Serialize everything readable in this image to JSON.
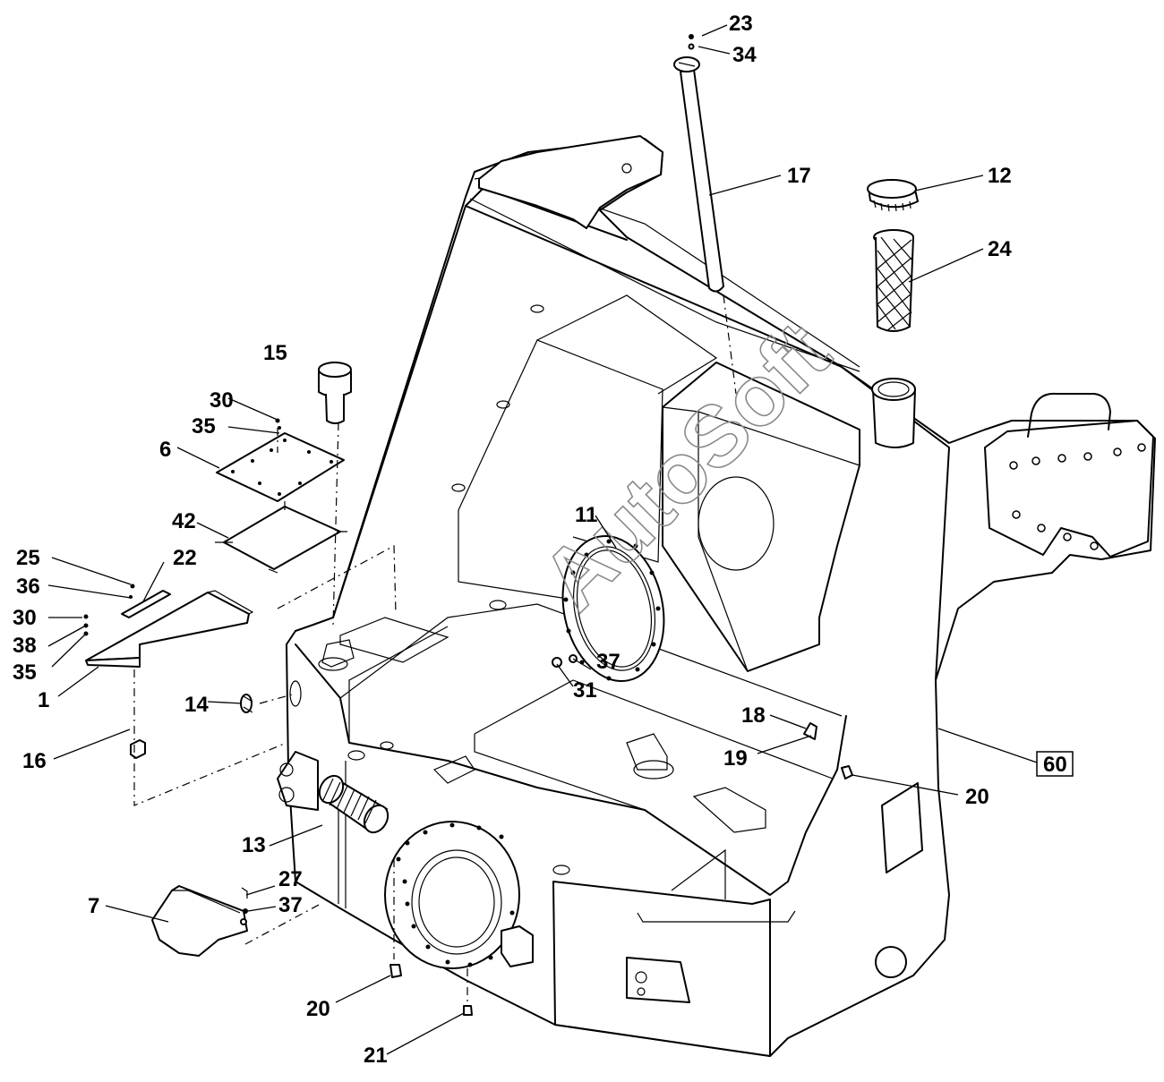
{
  "watermark": "AutoSoft",
  "colors": {
    "ink": "#000000",
    "paper": "#ffffff",
    "watermark": "#8a8a8a"
  },
  "callouts": {
    "c23": "23",
    "c34": "34",
    "c17": "17",
    "c12": "12",
    "c24": "24",
    "c15": "15",
    "c30a": "30",
    "c35a": "35",
    "c6": "6",
    "c42": "42",
    "c25": "25",
    "c22": "22",
    "c36": "36",
    "c30b": "30",
    "c38": "38",
    "c35b": "35",
    "c1": "1",
    "c14": "14",
    "c16": "16",
    "c11": "11",
    "c37a": "37",
    "c31": "31",
    "c18": "18",
    "c19": "19",
    "c60": "60",
    "c20a": "20",
    "c13": "13",
    "c27": "27",
    "c37b": "37",
    "c7": "7",
    "c20b": "20",
    "c21": "21"
  }
}
